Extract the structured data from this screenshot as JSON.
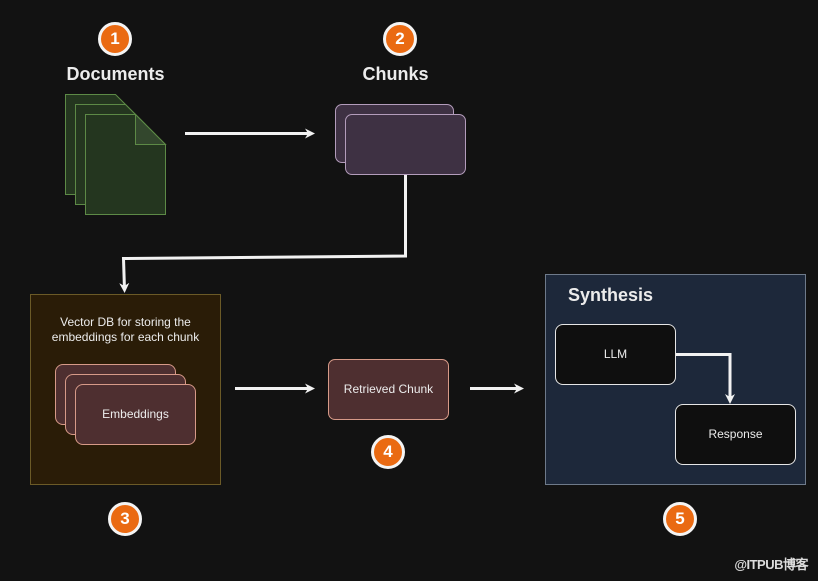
{
  "colors": {
    "background": "#121212",
    "badge": "#ea6a12",
    "document_fill": "#24361f",
    "document_stroke": "#5d8a46",
    "chunk_fill": "#3e3143",
    "vector_db_fill": "#2a1c07",
    "embedding_fill": "#4e2f30",
    "synthesis_fill": "#1d283a",
    "arrow": "#f2f2f2"
  },
  "steps": [
    {
      "number": "1",
      "label": "Documents",
      "icon": "stacked-documents-icon"
    },
    {
      "number": "2",
      "label": "Chunks",
      "icon": "stacked-cards"
    },
    {
      "number": "3",
      "label": "",
      "container": "vector-db"
    },
    {
      "number": "4",
      "label": "",
      "container": "retrieved-chunk"
    },
    {
      "number": "5",
      "label": "",
      "container": "synthesis"
    }
  ],
  "vector_db": {
    "caption_line1": "Vector DB for storing the",
    "caption_line2": "embeddings for each chunk",
    "embeddings_label": "Embeddings"
  },
  "retrieved_chunk": {
    "label": "Retrieved Chunk"
  },
  "synthesis": {
    "title": "Synthesis",
    "llm_label": "LLM",
    "response_label": "Response"
  },
  "watermark": "@ITPUB博客"
}
